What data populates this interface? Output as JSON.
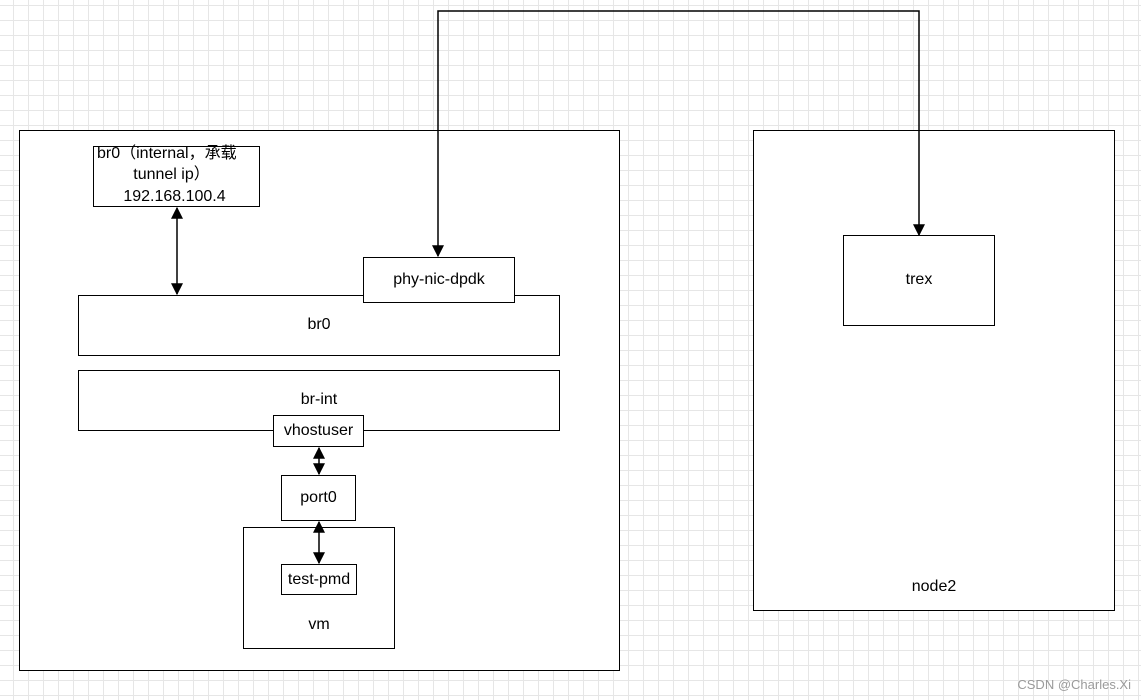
{
  "node1": {
    "br0_internal": {
      "line1": "br0（internal，承载",
      "line2": "tunnel ip）",
      "line3": "192.168.100.4"
    },
    "phy_nic_dpdk": "phy-nic-dpdk",
    "br0": "br0",
    "br_int": "br-int",
    "vhostuser": "vhostuser",
    "port0": "port0",
    "vm": {
      "label": "vm",
      "test_pmd": "test-pmd"
    }
  },
  "node2": {
    "label": "node2",
    "trex": "trex"
  },
  "watermark": "CSDN @Charles.Xi"
}
